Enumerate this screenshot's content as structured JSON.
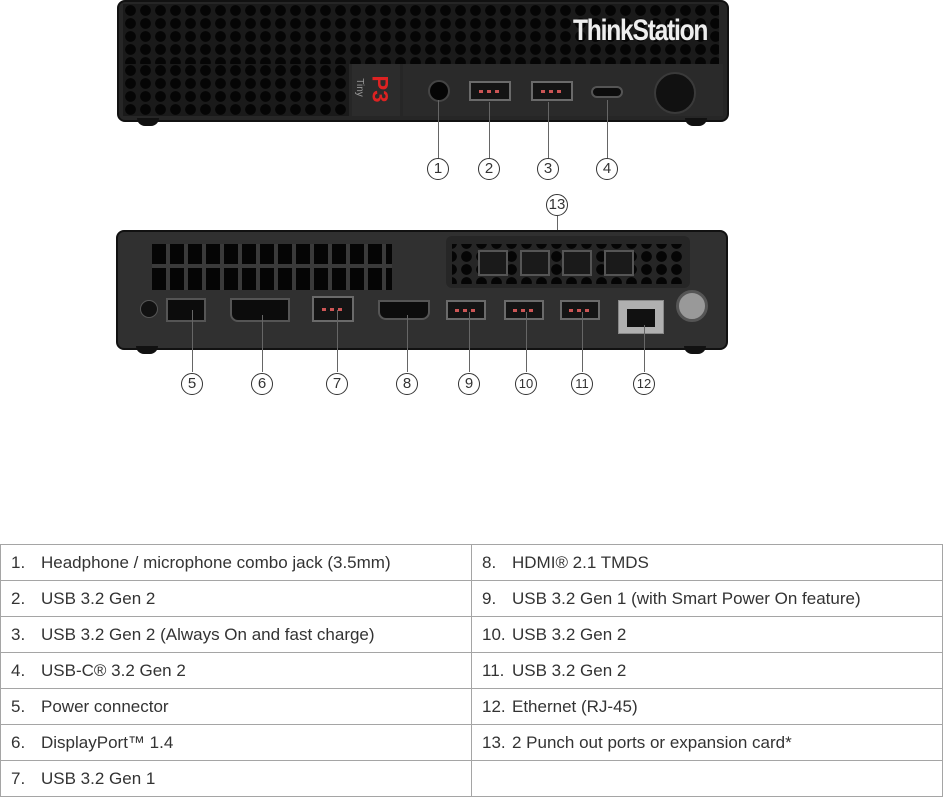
{
  "front": {
    "brand": "ThinkStation",
    "model": "P3",
    "model_sub": "Tiny"
  },
  "callouts": {
    "front": [
      "1",
      "2",
      "3",
      "4"
    ],
    "top": "13",
    "rear": [
      "5",
      "6",
      "7",
      "8",
      "9",
      "10",
      "11",
      "12"
    ]
  },
  "ports": [
    {
      "num": "1.",
      "label": "Headphone / microphone combo jack (3.5mm)"
    },
    {
      "num": "2.",
      "label": "USB 3.2 Gen 2"
    },
    {
      "num": "3.",
      "label": "USB 3.2 Gen 2 (Always On and fast charge)"
    },
    {
      "num": "4.",
      "label": "USB-C® 3.2 Gen 2"
    },
    {
      "num": "5.",
      "label": "Power connector"
    },
    {
      "num": "6.",
      "label": "DisplayPort™ 1.4"
    },
    {
      "num": "7.",
      "label": "USB 3.2 Gen 1"
    },
    {
      "num": "8.",
      "label": "HDMI® 2.1 TMDS"
    },
    {
      "num": "9.",
      "label": "USB 3.2 Gen 1 (with Smart Power On feature)"
    },
    {
      "num": "10.",
      "label": "USB 3.2 Gen 2"
    },
    {
      "num": "11.",
      "label": "USB 3.2 Gen 2"
    },
    {
      "num": "12.",
      "label": "Ethernet (RJ-45)"
    },
    {
      "num": "13.",
      "label": "2 Punch out ports or expansion card*"
    }
  ]
}
